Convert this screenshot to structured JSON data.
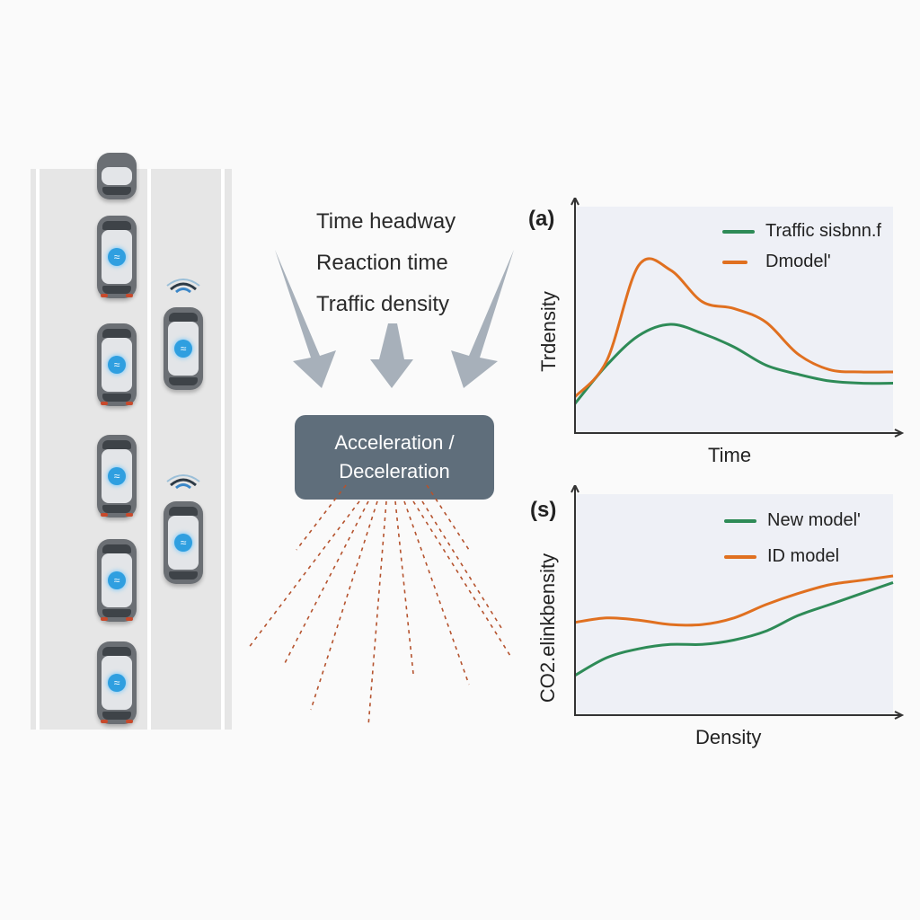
{
  "factors": [
    "Time headway",
    "Reaction time",
    "Traffic density"
  ],
  "center_box": {
    "line1": "Acceleration /",
    "line2": "Deceleration"
  },
  "colors": {
    "green": "#2e8b57",
    "orange": "#e07020",
    "box": "#5f6e7b",
    "arrow": "#a7b0ba",
    "dash": "#b5532e"
  },
  "icons": {
    "car": "car-icon",
    "signal": "wifi-signal-icon",
    "badge": "connected-vehicle-badge-icon"
  },
  "chart_data": [
    {
      "type": "line",
      "panel": "(a)",
      "xlabel": "Time",
      "ylabel": "Trdensity",
      "legend_placement": "top-right",
      "series": [
        {
          "name": "Traffic sisbnn.f",
          "color": "#2e8b57",
          "x": [
            0,
            0.1,
            0.2,
            0.3,
            0.4,
            0.5,
            0.6,
            0.7,
            0.8,
            0.9,
            1.0
          ],
          "values": [
            0.13,
            0.3,
            0.43,
            0.48,
            0.44,
            0.38,
            0.3,
            0.26,
            0.23,
            0.22,
            0.22
          ]
        },
        {
          "name": "Dmodel'",
          "color": "#e07020",
          "x": [
            0,
            0.1,
            0.2,
            0.3,
            0.4,
            0.5,
            0.6,
            0.7,
            0.8,
            0.9,
            1.0
          ],
          "values": [
            0.16,
            0.32,
            0.74,
            0.72,
            0.58,
            0.55,
            0.49,
            0.35,
            0.28,
            0.27,
            0.27
          ]
        }
      ],
      "ylim": [
        0,
        1
      ],
      "xlim": [
        0,
        1
      ]
    },
    {
      "type": "line",
      "panel": "(s)",
      "xlabel": "Density",
      "ylabel": "CO2.elinkbensity",
      "legend_placement": "top-right",
      "series": [
        {
          "name": "New model'",
          "color": "#2e8b57",
          "x": [
            0,
            0.1,
            0.2,
            0.3,
            0.4,
            0.5,
            0.6,
            0.7,
            0.8,
            0.9,
            1.0
          ],
          "values": [
            0.18,
            0.26,
            0.3,
            0.32,
            0.32,
            0.34,
            0.38,
            0.45,
            0.5,
            0.55,
            0.6
          ]
        },
        {
          "name": "ID model",
          "color": "#e07020",
          "x": [
            0,
            0.1,
            0.2,
            0.3,
            0.4,
            0.5,
            0.6,
            0.7,
            0.8,
            0.9,
            1.0
          ],
          "values": [
            0.42,
            0.44,
            0.43,
            0.41,
            0.41,
            0.44,
            0.5,
            0.55,
            0.59,
            0.61,
            0.63
          ]
        }
      ],
      "ylim": [
        0,
        1
      ],
      "xlim": [
        0,
        1
      ]
    }
  ]
}
